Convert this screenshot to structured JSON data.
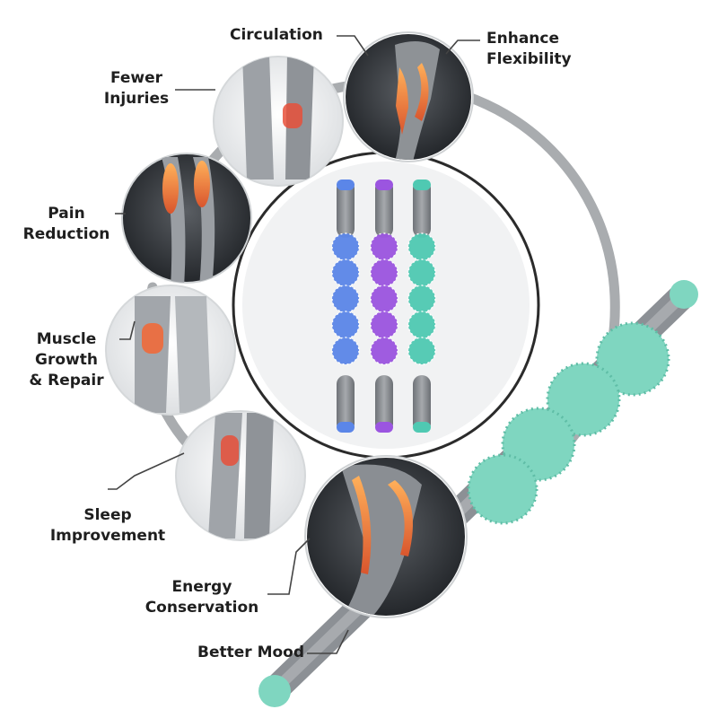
{
  "benefits": [
    {
      "id": "circulation",
      "label": "Circulation"
    },
    {
      "id": "enhance-flexibility",
      "label": "Enhance\nFlexibility"
    },
    {
      "id": "fewer-injuries",
      "label": "Fewer\nInjuries"
    },
    {
      "id": "pain-reduction",
      "label": "Pain\nReduction"
    },
    {
      "id": "muscle-growth-repair",
      "label": "Muscle\nGrowth\n& Repair"
    },
    {
      "id": "sleep-improvement",
      "label": "Sleep\nImprovement"
    },
    {
      "id": "energy-conservation",
      "label": "Energy\nConservation"
    },
    {
      "id": "better-mood",
      "label": "Better Mood"
    }
  ],
  "product": {
    "roller_colors": [
      "#5b86e8",
      "#9b55e0",
      "#4fc9b2"
    ],
    "handle_color": "#8a8d92",
    "large_roller_color": "#7fd6c0"
  }
}
